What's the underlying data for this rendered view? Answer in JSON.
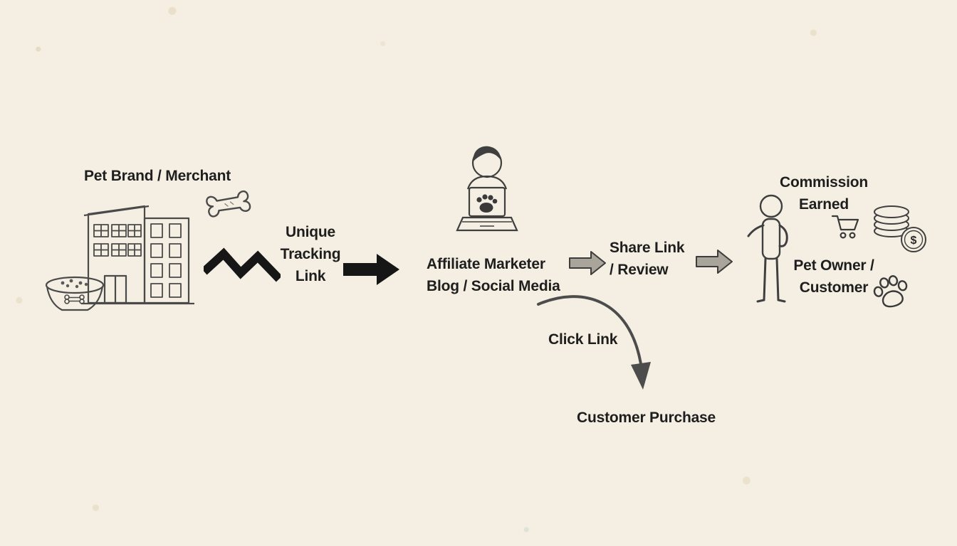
{
  "colors": {
    "background": "#f4efe2",
    "ink": "#1e1e1e",
    "sketch_stroke": "#4a4a4a",
    "arrow_black": "#161616",
    "arrow_gray": "#a9a59b"
  },
  "nodes": {
    "merchant": {
      "label": "Pet Brand / Merchant"
    },
    "tracking": {
      "line1": "Unique",
      "line2": "Tracking",
      "line3": "Link"
    },
    "affiliate": {
      "line1": "Affiliate Marketer",
      "line2": "Blog / Social Media"
    },
    "share": {
      "line1": "Share Link",
      "line2": "/ Review"
    },
    "commission": {
      "line1": "Commission",
      "line2": "Earned"
    },
    "owner": {
      "line1": "Pet Owner /",
      "line2": "Customer"
    },
    "click_link": {
      "label": "Click Link"
    },
    "purchase": {
      "label": "Customer Purchase"
    }
  },
  "icons": {
    "currency_symbol": "$",
    "names": [
      "building-icon",
      "bone-icon",
      "pet-bowl-icon",
      "zigzag-link-icon",
      "thick-arrow-right-icon",
      "blogger-laptop-icon",
      "laptop-paw-icon",
      "block-arrow-right-icon",
      "person-icon",
      "shopping-cart-icon",
      "coin-stack-icon",
      "paw-print-icon",
      "curved-arrow-icon"
    ]
  }
}
